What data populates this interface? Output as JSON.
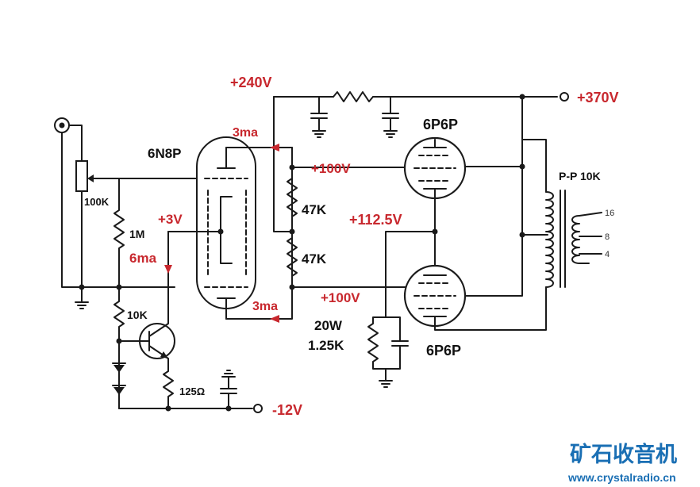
{
  "labels": {
    "v240": "+240V",
    "v370": "+370V",
    "tube_driver": "6N8P",
    "tube_out_top": "6P6P",
    "tube_out_bottom": "6P6P",
    "cur_top": "3ma",
    "cur_bottom": "3ma",
    "v100_top": "+100V",
    "v100_bottom": "+100V",
    "v112": "+112.5V",
    "r47k_top": "47K",
    "r47k_bottom": "47K",
    "pot": "100K",
    "r1m": "1M",
    "v3": "+3V",
    "ma6": "6ma",
    "r10k": "10K",
    "r125": "125Ω",
    "vneg12": "-12V",
    "r20w": "20W",
    "r125k": "1.25K",
    "transformer": "P-P 10K",
    "tap16": "16",
    "tap8": "8",
    "tap4": "4"
  },
  "watermark": {
    "name": "矿石收音机",
    "url": "www.crystalradio.cn"
  },
  "colors": {
    "annotation_red": "#c8282e",
    "wire": "#1a1a1a",
    "watermark_blue": "#1a6fb4"
  }
}
